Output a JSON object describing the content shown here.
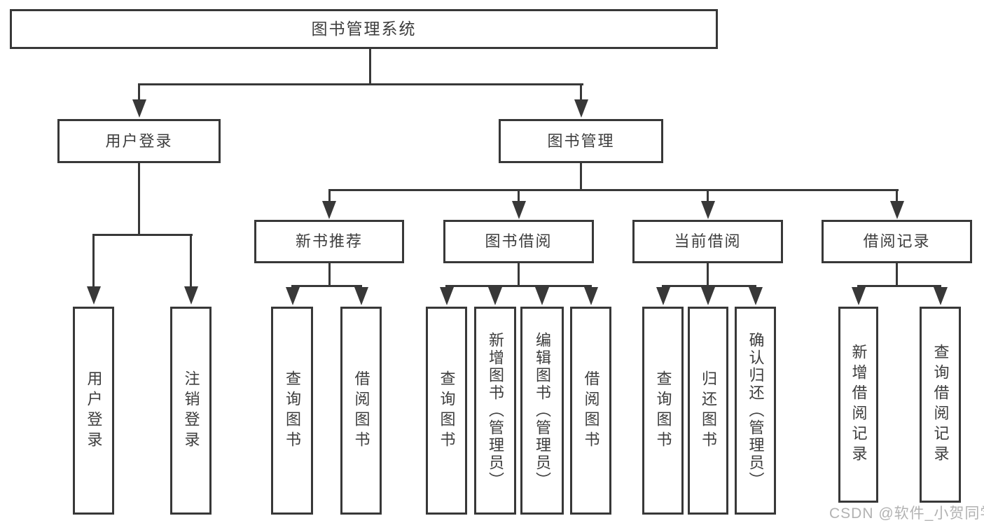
{
  "title": "图书管理系统",
  "level2": {
    "user_login": "用户登录",
    "book_mgmt": "图书管理"
  },
  "level3": {
    "new_books": "新书推荐",
    "book_borrow": "图书借阅",
    "current_borrow": "当前借阅",
    "borrow_records": "借阅记录"
  },
  "leaves": {
    "login": "用户登录",
    "logout": "注销登录",
    "nb_query": "查询图书",
    "nb_borrow": "借阅图书",
    "bb_query": "查询图书",
    "bb_add": "新增图书（管理员）",
    "bb_edit": "编辑图书（管理员）",
    "bb_borrow": "借阅图书",
    "cb_query": "查询图书",
    "cb_return": "归还图书",
    "cb_confirm": "确认归还（管理员）",
    "br_add": "新增借阅记录",
    "br_query": "查询借阅记录"
  },
  "watermark": "CSDN @软件_小贺同学",
  "colors": {
    "line": "#383838",
    "text": "#3d3d3d",
    "watermark": "#b2b2b2",
    "background": "#ffffff"
  }
}
